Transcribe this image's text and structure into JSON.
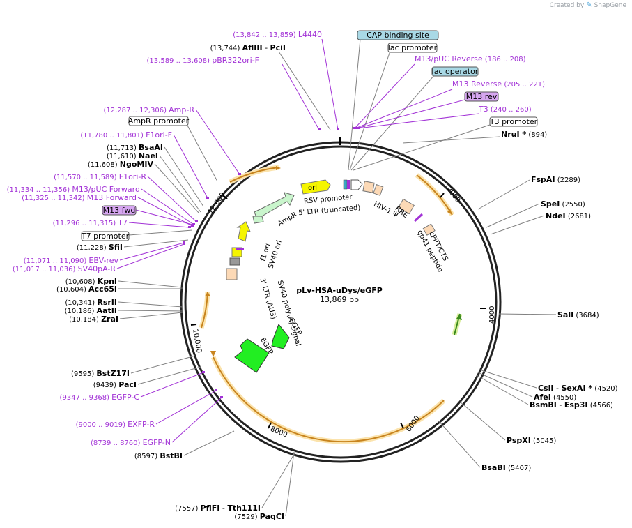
{
  "credit": {
    "text": "Created by",
    "brand": "SnapGene",
    "logo_icon": "snapgene-logo-icon"
  },
  "plasmid": {
    "name": "pLv-HSA-uDys/eGFP",
    "size_label": "13,869 bp"
  },
  "colors": {
    "site_text": "#000000",
    "feature_text": "#a232d6",
    "orf_arc": "#c8841e",
    "orf_glow": "#fbe3ac",
    "primer_purple": "#a232d6",
    "box_blue": "#a9d9e6",
    "box_purple": "#d6a6f0",
    "line_gray": "#808080"
  },
  "ticks": [
    "2000",
    "4000",
    "6000",
    "8000",
    "10,000",
    "12,000"
  ],
  "labels": [
    {
      "id": "l4440",
      "pos": "(13,842 .. 13,859)",
      "name": "L4440",
      "kind": "feature"
    },
    {
      "id": "afliii",
      "pos": "(13,744)",
      "name": "AflIII",
      "name2": "PciI",
      "kind": "site"
    },
    {
      "id": "pbr322",
      "pos": "(13,589 .. 13,608)",
      "name": "pBR322ori-F",
      "kind": "feature"
    },
    {
      "id": "cap",
      "name": "CAP binding site",
      "kind": "box",
      "box": "blue"
    },
    {
      "id": "lacprom",
      "name": "lac promoter",
      "kind": "box",
      "box": "white"
    },
    {
      "id": "m13puc-rev",
      "name": "M13/pUC Reverse",
      "pos": "(186 .. 208)",
      "kind": "feature-right"
    },
    {
      "id": "lacop",
      "name": "lac operator",
      "kind": "box",
      "box": "blue"
    },
    {
      "id": "m13rev",
      "name": "M13 Reverse",
      "pos": "(205 .. 221)",
      "kind": "feature-right"
    },
    {
      "id": "m13revbox",
      "name": "M13 rev",
      "kind": "box",
      "box": "purple"
    },
    {
      "id": "t3",
      "name": "T3",
      "pos": "(240 .. 260)",
      "kind": "feature-right"
    },
    {
      "id": "t3prom",
      "name": "T3 promoter",
      "kind": "box",
      "box": "white"
    },
    {
      "id": "nrui",
      "name": "NruI *",
      "pos": "(894)",
      "kind": "site-right"
    },
    {
      "id": "fspai",
      "name": "FspAI",
      "pos": "(2289)",
      "kind": "site-right"
    },
    {
      "id": "spei",
      "name": "SpeI",
      "pos": "(2550)",
      "kind": "site-right"
    },
    {
      "id": "ndei",
      "name": "NdeI",
      "pos": "(2681)",
      "kind": "site-right"
    },
    {
      "id": "sali",
      "name": "SalI",
      "pos": "(3684)",
      "kind": "site-right"
    },
    {
      "id": "csii",
      "name": "CsiI",
      "name2": "SexAI *",
      "pos": "(4520)",
      "kind": "site-right"
    },
    {
      "id": "afei",
      "name": "AfeI",
      "pos": "(4550)",
      "kind": "site-right"
    },
    {
      "id": "bsmbi",
      "name": "BsmBI",
      "name2": "Esp3I",
      "pos": "(4566)",
      "kind": "site-right"
    },
    {
      "id": "pspxi",
      "name": "PspXI",
      "pos": "(5045)",
      "kind": "site-right"
    },
    {
      "id": "bsabi",
      "name": "BsaBI",
      "pos": "(5407)",
      "kind": "site-right"
    },
    {
      "id": "pflfi",
      "pos": "(7557)",
      "name": "PflFI",
      "name2": "Tth111I",
      "kind": "site"
    },
    {
      "id": "paqci",
      "pos": "(7529)",
      "name": "PaqCI",
      "kind": "site"
    },
    {
      "id": "bstbi",
      "pos": "(8597)",
      "name": "BstBI",
      "kind": "site"
    },
    {
      "id": "egfpn",
      "pos": "(8739 .. 8760)",
      "name": "EGFP-N",
      "kind": "feature"
    },
    {
      "id": "exfpr",
      "pos": "(9000 .. 9019)",
      "name": "EXFP-R",
      "kind": "feature"
    },
    {
      "id": "egfpc",
      "pos": "(9347 .. 9368)",
      "name": "EGFP-C",
      "kind": "feature"
    },
    {
      "id": "paci",
      "pos": "(9439)",
      "name": "PacI",
      "kind": "site"
    },
    {
      "id": "bstz17i",
      "pos": "(9595)",
      "name": "BstZ17I",
      "kind": "site"
    },
    {
      "id": "zrai",
      "pos": "(10,184)",
      "name": "ZraI",
      "kind": "site"
    },
    {
      "id": "aatii",
      "pos": "(10,186)",
      "name": "AatII",
      "kind": "site"
    },
    {
      "id": "rsrii",
      "pos": "(10,341)",
      "name": "RsrII",
      "kind": "site"
    },
    {
      "id": "acc65i",
      "pos": "(10,604)",
      "name": "Acc65I",
      "kind": "site"
    },
    {
      "id": "kpni",
      "pos": "(10,608)",
      "name": "KpnI",
      "kind": "site"
    },
    {
      "id": "sv40pa",
      "pos": "(11,017 .. 11,036)",
      "name": "SV40pA-R",
      "kind": "feature"
    },
    {
      "id": "ebvrev",
      "pos": "(11,071 .. 11,090)",
      "name": "EBV-rev",
      "kind": "feature"
    },
    {
      "id": "sfii",
      "pos": "(11,228)",
      "name": "SfiI",
      "kind": "site"
    },
    {
      "id": "t7prom",
      "name": "T7 promoter",
      "kind": "box",
      "box": "white"
    },
    {
      "id": "t7",
      "pos": "(11,296 .. 11,315)",
      "name": "T7",
      "kind": "feature"
    },
    {
      "id": "m13fwdbox",
      "name": "M13 fwd",
      "kind": "box",
      "box": "purple"
    },
    {
      "id": "m13fwd",
      "pos": "(11,325 .. 11,342)",
      "name": "M13 Forward",
      "kind": "feature"
    },
    {
      "id": "m13pucfwd",
      "pos": "(11,334 .. 11,356)",
      "name": "M13/pUC Forward",
      "kind": "feature"
    },
    {
      "id": "f1orir",
      "pos": "(11,570 .. 11,589)",
      "name": "F1ori-R",
      "kind": "feature"
    },
    {
      "id": "ngomiv",
      "pos": "(11,608)",
      "name": "NgoMIV",
      "kind": "site"
    },
    {
      "id": "naei",
      "pos": "(11,610)",
      "name": "NaeI",
      "kind": "site"
    },
    {
      "id": "bsaai",
      "pos": "(11,713)",
      "name": "BsaAI",
      "kind": "site"
    },
    {
      "id": "f1orif",
      "pos": "(11,780 .. 11,801)",
      "name": "F1ori-F",
      "kind": "feature"
    },
    {
      "id": "amppromb",
      "name": "AmpR promoter",
      "kind": "box",
      "box": "white"
    },
    {
      "id": "ampr",
      "pos": "(12,287 .. 12,306)",
      "name": "Amp-R",
      "kind": "feature"
    }
  ],
  "inner_labels": {
    "ori": "ori",
    "ampr": "AmpR",
    "f1ori": "f1 ori",
    "sv40ori": "SV40 ori",
    "rsv": "RSV promoter",
    "ltr5": "5' LTR (truncated)",
    "hiv": "HIV-1 Ψ",
    "rre": "RRE",
    "cppt": "cPPT/CTS",
    "gp41": "gp41 peptide",
    "sv40polya": "SV40 poly(A) signal",
    "ltr3": "3' LTR (ΔU3)",
    "egfp1": "EGFP",
    "egfp2": "EGFP"
  }
}
